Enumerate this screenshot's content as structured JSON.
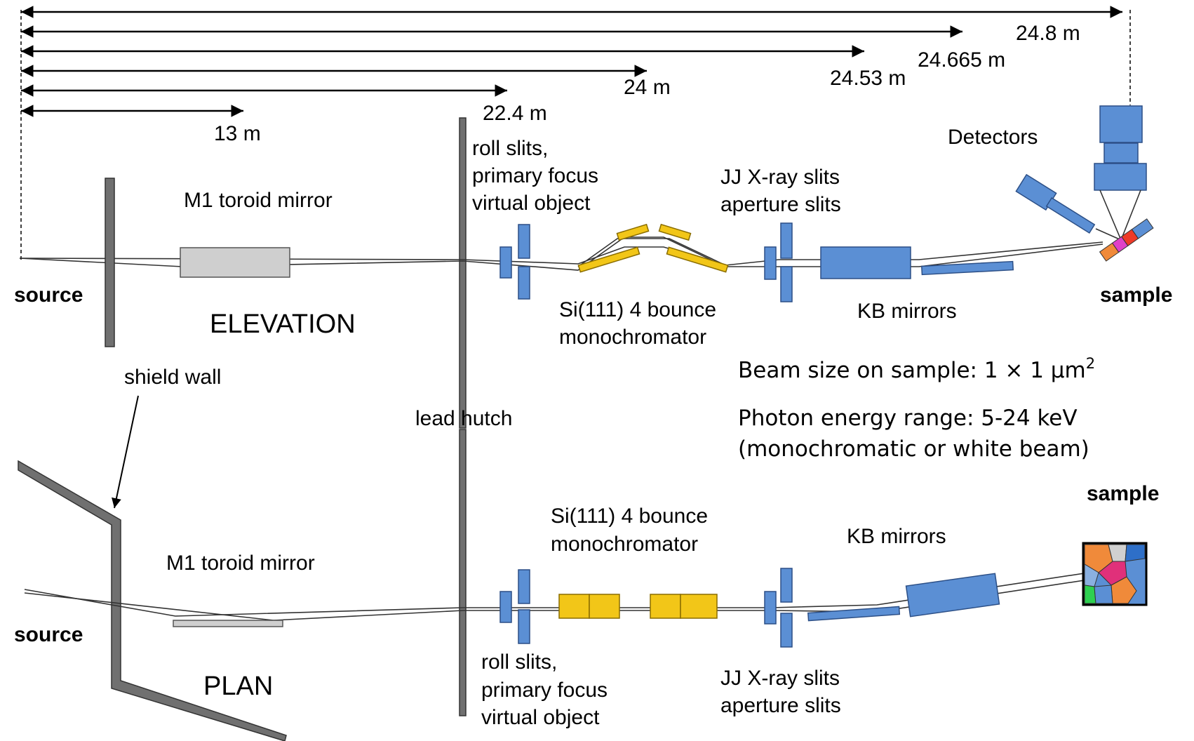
{
  "distances": [
    "24.8 m",
    "24.665 m",
    "24.53 m",
    "24 m",
    "22.4 m",
    "13 m"
  ],
  "elevation": {
    "view_label": "ELEVATION",
    "source": "source",
    "m1_mirror": "M1 toroid mirror",
    "roll_slits": [
      "roll slits,",
      "primary focus",
      "virtual object"
    ],
    "mono": [
      "Si(111) 4 bounce",
      "monochromator"
    ],
    "jj_slits": [
      "JJ X-ray slits",
      "aperture slits"
    ],
    "kb_mirrors": "KB mirrors",
    "detectors": "Detectors",
    "sample": "sample"
  },
  "shield_wall": "shield wall",
  "lead_hutch": "lead hutch",
  "beam_info": {
    "size_text": "Beam size on sample: 1 × 1 μm",
    "size_sup": "2",
    "energy": "Photon energy range: 5-24 keV",
    "mode": "(monochromatic or white beam)"
  },
  "plan": {
    "view_label": "PLAN",
    "source": "source",
    "m1_mirror": "M1 toroid mirror",
    "roll_slits": [
      "roll slits,",
      "primary focus",
      "virtual object"
    ],
    "mono": [
      "Si(111) 4 bounce",
      "monochromator"
    ],
    "jj_slits": [
      "JJ X-ray slits",
      "aperture slits"
    ],
    "kb_mirrors": "KB mirrors",
    "sample": "sample"
  },
  "colors": {
    "component_blue": "#5b8fd4",
    "mono_gold": "#f2c618",
    "wall_grey": "#707070",
    "mirror_grey": "#cfcfcf"
  }
}
